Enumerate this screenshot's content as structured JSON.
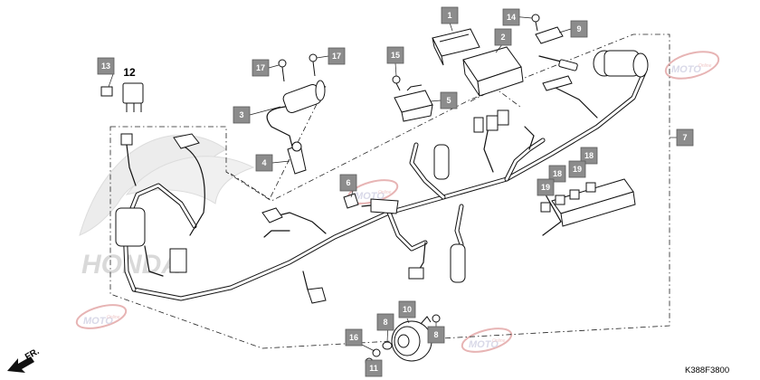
{
  "diagram": {
    "part_code": "K388F3800",
    "direction_label": "FR.",
    "watermark_brand": "HONDA",
    "watermark_logo": "MOTO",
    "watermark_logo_sub": "Online",
    "callouts": [
      {
        "id": "c1",
        "number": "1"
      },
      {
        "id": "c2",
        "number": "2"
      },
      {
        "id": "c3",
        "number": "3"
      },
      {
        "id": "c4",
        "number": "4"
      },
      {
        "id": "c5",
        "number": "5"
      },
      {
        "id": "c6",
        "number": "6"
      },
      {
        "id": "c7",
        "number": "7"
      },
      {
        "id": "c8a",
        "number": "8"
      },
      {
        "id": "c8b",
        "number": "8"
      },
      {
        "id": "c9",
        "number": "9"
      },
      {
        "id": "c10",
        "number": "10"
      },
      {
        "id": "c11",
        "number": "11"
      },
      {
        "id": "c13",
        "number": "13"
      },
      {
        "id": "c14",
        "number": "14"
      },
      {
        "id": "c15",
        "number": "15"
      },
      {
        "id": "c16",
        "number": "16"
      },
      {
        "id": "c17a",
        "number": "17"
      },
      {
        "id": "c17b",
        "number": "17"
      },
      {
        "id": "c18a",
        "number": "18"
      },
      {
        "id": "c18b",
        "number": "18"
      },
      {
        "id": "c19a",
        "number": "19"
      },
      {
        "id": "c19b",
        "number": "19"
      }
    ],
    "plain_labels": [
      {
        "id": "p12",
        "number": "12"
      }
    ]
  }
}
